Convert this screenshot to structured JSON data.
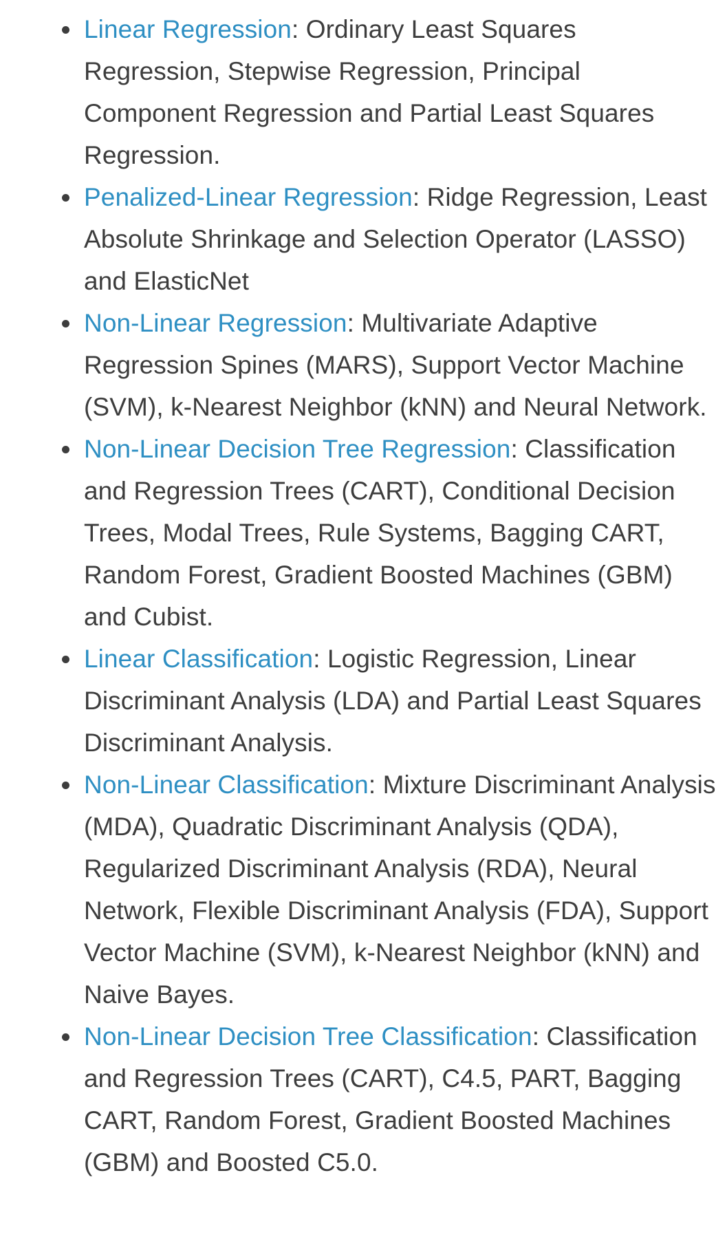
{
  "items": [
    {
      "link": "Linear Regression",
      "text": ": Ordinary Least Squares Regression, Stepwise Regression, Principal Component Regression and Partial Least Squares Regression."
    },
    {
      "link": "Penalized-Linear Regression",
      "text": ": Ridge Regression, Least Absolute Shrinkage and Selection Operator (LASSO) and ElasticNet"
    },
    {
      "link": "Non-Linear Regression",
      "text": ": Multivariate Adaptive Regression Spines (MARS), Support Vector Machine (SVM), k-Nearest Neighbor (kNN) and Neural Network."
    },
    {
      "link": "Non-Linear Decision Tree Regression",
      "text": ": Classification and Regression Trees (CART), Conditional Decision Trees, Modal Trees, Rule Systems, Bagging CART, Random Forest, Gradient Boosted Machines (GBM) and Cubist."
    },
    {
      "link": "Linear Classification",
      "text": ": Logistic Regression, Linear Discriminant Analysis (LDA) and Partial Least Squares Discriminant Analysis."
    },
    {
      "link": "Non-Linear Classification",
      "text": ": Mixture Discriminant Analysis (MDA), Quadratic Discriminant Analysis (QDA), Regularized Discriminant Analysis (RDA), Neural Network, Flexible Discriminant Analysis (FDA), Support Vector Machine (SVM), k-Nearest Neighbor (kNN) and Naive Bayes."
    },
    {
      "link": "Non-Linear Decision Tree Classification",
      "text": ": Classification and Regression Trees (CART), C4.5, PART, Bagging CART, Random Forest, Gradient Boosted Machines (GBM) and Boosted C5.0."
    }
  ],
  "colors": {
    "link": "#2e8fc3",
    "text": "#3d3d3d",
    "background": "#ffffff"
  }
}
